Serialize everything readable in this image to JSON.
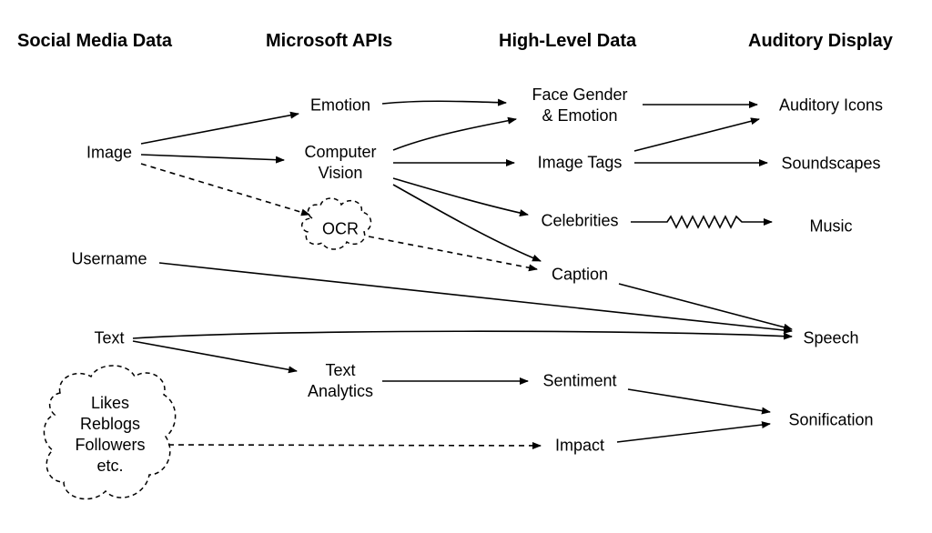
{
  "headers": {
    "social": "Social Media Data",
    "apis": "Microsoft APIs",
    "highlevel": "High-Level Data",
    "auditory": "Auditory Display"
  },
  "nodes": {
    "image": "Image",
    "username": "Username",
    "text": "Text",
    "likes": [
      "Likes",
      "Reblogs",
      "Followers",
      "etc."
    ],
    "emotion": "Emotion",
    "computer_vision": [
      "Computer",
      "Vision"
    ],
    "ocr": "OCR",
    "text_analytics": [
      "Text",
      "Analytics"
    ],
    "face_gender": [
      "Face Gender",
      "& Emotion"
    ],
    "image_tags": "Image Tags",
    "celebrities": "Celebrities",
    "caption": "Caption",
    "sentiment": "Sentiment",
    "impact": "Impact",
    "auditory_icons": "Auditory Icons",
    "soundscapes": "Soundscapes",
    "music": "Music",
    "speech": "Speech",
    "sonification": "Sonification"
  },
  "edges": [
    {
      "from": "image",
      "to": "emotion",
      "style": "solid"
    },
    {
      "from": "image",
      "to": "computer_vision",
      "style": "solid"
    },
    {
      "from": "image",
      "to": "ocr",
      "style": "dashed"
    },
    {
      "from": "emotion",
      "to": "face_gender",
      "style": "solid"
    },
    {
      "from": "computer_vision",
      "to": "face_gender",
      "style": "solid"
    },
    {
      "from": "computer_vision",
      "to": "image_tags",
      "style": "solid"
    },
    {
      "from": "computer_vision",
      "to": "celebrities",
      "style": "solid"
    },
    {
      "from": "computer_vision",
      "to": "caption",
      "style": "solid"
    },
    {
      "from": "ocr",
      "to": "caption",
      "style": "dashed"
    },
    {
      "from": "face_gender",
      "to": "auditory_icons",
      "style": "solid"
    },
    {
      "from": "image_tags",
      "to": "auditory_icons",
      "style": "solid"
    },
    {
      "from": "image_tags",
      "to": "soundscapes",
      "style": "solid"
    },
    {
      "from": "celebrities",
      "to": "music",
      "style": "zigzag"
    },
    {
      "from": "username",
      "to": "speech",
      "style": "solid"
    },
    {
      "from": "text",
      "to": "speech",
      "style": "solid"
    },
    {
      "from": "caption",
      "to": "speech",
      "style": "solid"
    },
    {
      "from": "text",
      "to": "text_analytics",
      "style": "solid"
    },
    {
      "from": "text_analytics",
      "to": "sentiment",
      "style": "solid"
    },
    {
      "from": "sentiment",
      "to": "sonification",
      "style": "solid"
    },
    {
      "from": "likes",
      "to": "impact",
      "style": "dashed"
    },
    {
      "from": "impact",
      "to": "sonification",
      "style": "solid"
    }
  ]
}
